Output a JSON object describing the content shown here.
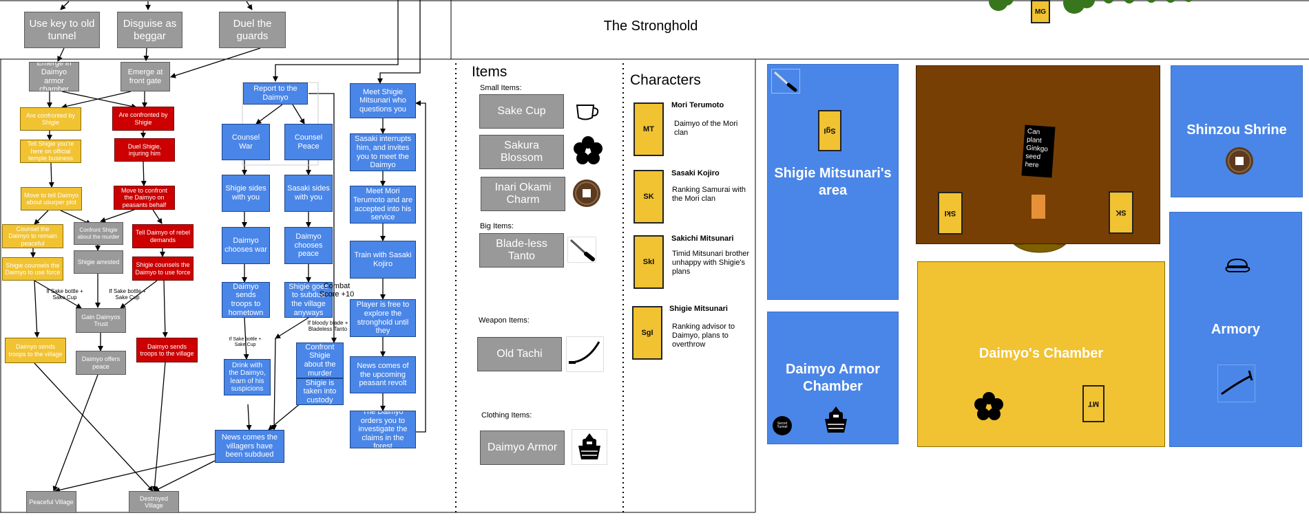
{
  "flow": {
    "top_nodes": {
      "use_key": "Use key to old tunnel",
      "disguise": "Disguise as beggar",
      "duel_guards": "Duel the guards"
    },
    "emerge_armor": "Emerge in Daimyo armor chamber",
    "emerge_gate": "Emerge at front gate",
    "yellow": {
      "confronted": "Are confronted by Shigie",
      "tell_official": "Tell Shigie you're here on official temple business",
      "move_tell": "Move to tell Daimyo about usurper plot",
      "counsel_peaceful": "Counsel the Daimyo to remain peaceful",
      "shigie_force": "Shigie counsels the Daimyo to use force",
      "sends_troops": "Daimyo sends troops to the village"
    },
    "red": {
      "confronted": "Are confronted by Shigie",
      "duel": "Duel Shigie, injuring him",
      "move_confront": "Move to confront the Daimyo on peasants behalf",
      "tell_rebel": "Tell Daimyo of rebel demands",
      "shigie_force": "Shigie counsels the Daimyo to use force",
      "sends_troops": "Daimyo sends troops to the village"
    },
    "gray": {
      "confront_murder": "Confront Shigie about the murder",
      "arrested": "Shigie arrested",
      "gain_trust": "Gain Daimyos Trust",
      "offers_peace": "Daimyo offers peace",
      "peaceful_village": "Peaceful Village",
      "destroyed_village": "Destroyed Village"
    },
    "blue": {
      "report": "Report to the Daimyo",
      "counsel_war": "Counsel War",
      "counsel_peace": "Counsel Peace",
      "shigie_sides": "Shigie sides with you",
      "sasaki_sides": "Sasaki sides with you",
      "chooses_war": "Daimyo chooses war",
      "chooses_peace": "Daimyo chooses peace",
      "sends_hometown": "Daimyo sends troops to hometown",
      "shigie_subdue": "Shigie goes to subdue the village anyways",
      "drink": "Drink with the Daimyo, learn of his suspicions",
      "confront_murder": "Confront Shigie about the murder",
      "taken_custody": "Shigie is taken into custody",
      "news_subdued": "News comes the villagers have been subdued",
      "meet_shigie": "Meet Shigie Mitsunari who questions you",
      "sasaki_interrupts": "Sasaki interrupts him, and invites you to meet the Daimyo",
      "meet_mori": "Meet Mori Terumoto and are accepted into his service",
      "train": "Train with Sasaki Kojiro",
      "free_explore": "Player is free to explore the stronghold until they",
      "news_revolt": "News comes of the upcoming peasant revolt",
      "orders_investigate": "The Daimyo orders you to investigate the claims in the forest"
    },
    "edge_labels": {
      "sake_bottle_left": "If Sake bottle + Sake Cup",
      "sake_bottle_right": "If Sake bottle + Sake Cup",
      "sake_bottle_small": "If Sake bottle + Sake Cup",
      "bloody_blade": "If bloody blade + Bladeless Tanto",
      "combat": "Combat Score +10"
    }
  },
  "stronghold_title": "The Stronghold",
  "items": {
    "heading": "Items",
    "small_label": "Small Items:",
    "small": [
      "Sake Cup",
      "Sakura Blossom",
      "Inari Okami Charm"
    ],
    "big_label": "Big Items:",
    "big": [
      "Blade-less Tanto"
    ],
    "weapon_label": "Weapon Items:",
    "weapon": [
      "Old Tachi"
    ],
    "clothing_label": "Clothing Items:",
    "clothing": [
      "Daimyo Armor"
    ]
  },
  "characters": {
    "heading": "Characters",
    "list": [
      {
        "tag": "MT",
        "name": "Mori Terumoto",
        "desc": "Daimyo of the Mori clan"
      },
      {
        "tag": "SK",
        "name": "Sasaki Kojiro",
        "desc": "Ranking Samurai with the Mori clan"
      },
      {
        "tag": "SkI",
        "name": "Sakichi Mitsunari",
        "desc": "Timid Mitsunari brother unhappy with Shigie's plans"
      },
      {
        "tag": "SgI",
        "name": "Shigie Mitsunari",
        "desc": "Ranking advisor to Daimyo, plans to overthrow"
      }
    ]
  },
  "map": {
    "shigie_area": "Shigie Mitsunari's area",
    "armor_chamber": "Daimyo Armor Chamber",
    "daimyo_chamber": "Daimyo's Chamber",
    "shrine": "Shinzou Shrine",
    "armory": "Armory",
    "ginkgo_note": "Can plant Ginkgo seed here",
    "secret_tunnel": "Secret Tunnel",
    "tag_mg": "MG",
    "tag_sgi": "SgI",
    "tag_ski": "SkI",
    "tag_sk": "SK",
    "tag_mt": "MT"
  },
  "colors": {
    "gray": "#9a9a9a",
    "yellow": "#f1c232",
    "red": "#cc0000",
    "blue": "#4a86e8",
    "brown": "#783f04"
  }
}
